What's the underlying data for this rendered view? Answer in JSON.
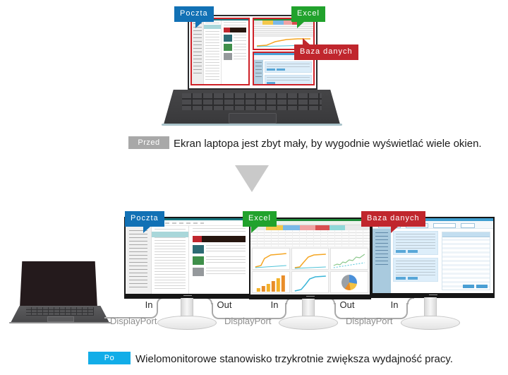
{
  "before_section": {
    "callouts": {
      "poczta": "Poczta",
      "excel": "Excel",
      "baza_danych": "Baza danych"
    },
    "badge": "Przed",
    "caption": "Ekran laptopa jest zbyt mały, by wygodnie wyświetlać wiele okien."
  },
  "after_section": {
    "callouts": {
      "poczta": "Poczta",
      "excel": "Excel",
      "baza_danych": "Baza danych"
    },
    "badge": "Po",
    "caption": "Wielomonitorowe stanowisko trzykrotnie zwiększa wydajność pracy.",
    "connections": {
      "in": "In",
      "out": "Out",
      "port_type": "DisplayPort"
    }
  },
  "colors": {
    "poczta_blue": "#1271b5",
    "excel_green": "#21a22c",
    "baza_red": "#c0262d",
    "przed_gray": "#a8a8a8",
    "po_blue": "#12ade8",
    "highlight_red": "#cf2127",
    "arrow_gray": "#c9c9c9"
  }
}
